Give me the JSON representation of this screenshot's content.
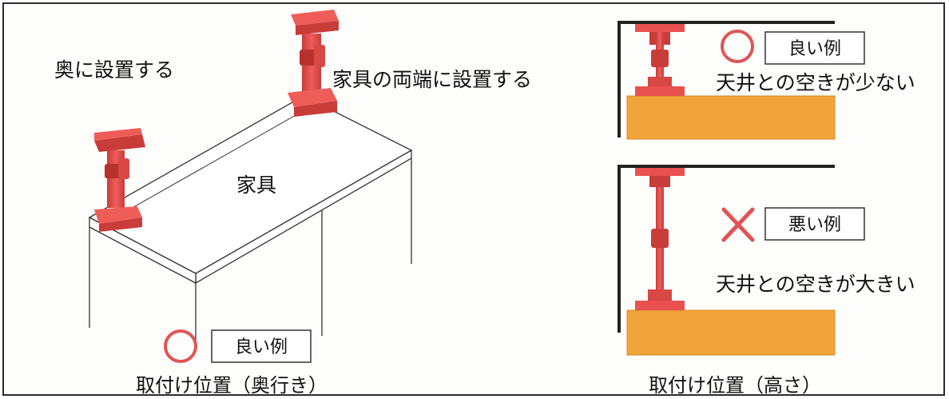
{
  "left": {
    "label_back": "奥に設置する",
    "label_ends": "家具の両端に設置する",
    "label_furniture": "家具",
    "good_badge": "良い例",
    "caption": "取付け位置（奥行き）"
  },
  "right": {
    "good": {
      "badge": "良い例",
      "note": "天井との空きが少ない"
    },
    "bad": {
      "badge": "悪い例",
      "note": "天井との空きが大きい"
    },
    "caption": "取付け位置（高さ）"
  },
  "colors": {
    "pole": "#e8514f",
    "pole_dark": "#c83c3a",
    "furniture": "#f0a43a",
    "furniture_edge": "#d88a25",
    "line": "#222222",
    "mark": "#e05555"
  }
}
